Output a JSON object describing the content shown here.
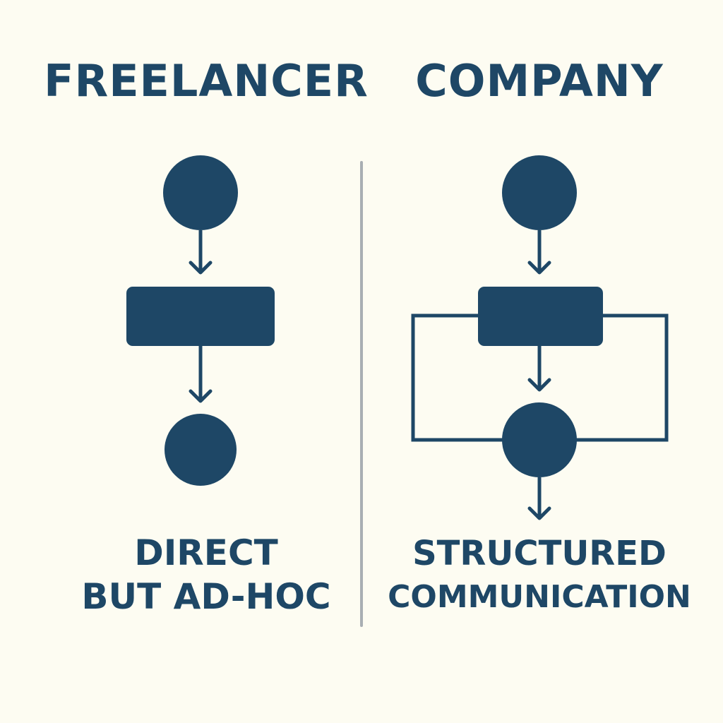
{
  "colors": {
    "background": "#fdfcf2",
    "ink": "#1e4766",
    "divider": "#a9aeb3"
  },
  "freelancer": {
    "title": "FREELANCER",
    "caption_line1": "DIRECT",
    "caption_line2": "BUT AD-HOC"
  },
  "company": {
    "title": "COMPANY",
    "caption_line1": "STRUCTURED",
    "caption_line2": "COMMUNICATION"
  }
}
